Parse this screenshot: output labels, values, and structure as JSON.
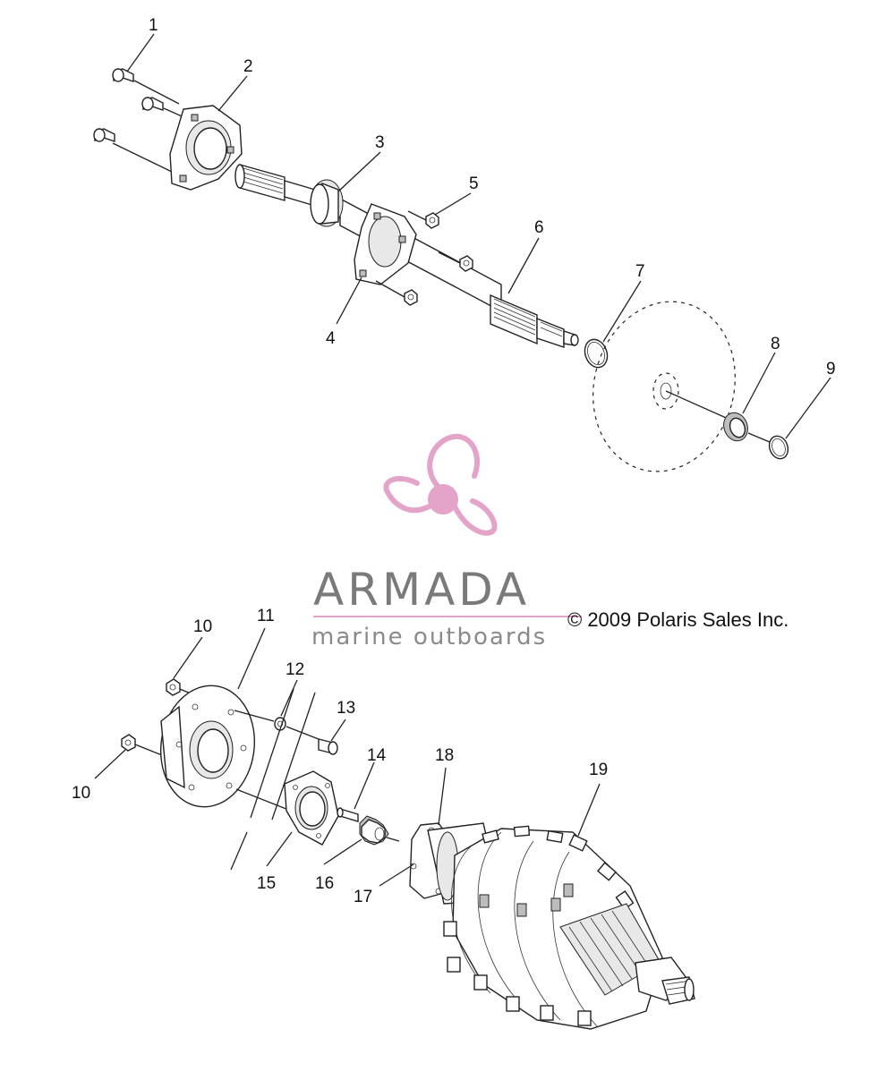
{
  "callouts": [
    "1",
    "2",
    "3",
    "4",
    "5",
    "6",
    "7",
    "8",
    "9",
    "10",
    "11",
    "12",
    "13",
    "14",
    "10",
    "15",
    "16",
    "17",
    "18",
    "19"
  ],
  "copyright": "© 2009 Polaris Sales Inc.",
  "watermark": {
    "brand": "ARMADA",
    "tagline": "marine outboards",
    "logo_color": "#e4a3c8",
    "text_color": "#7a7a7a"
  }
}
